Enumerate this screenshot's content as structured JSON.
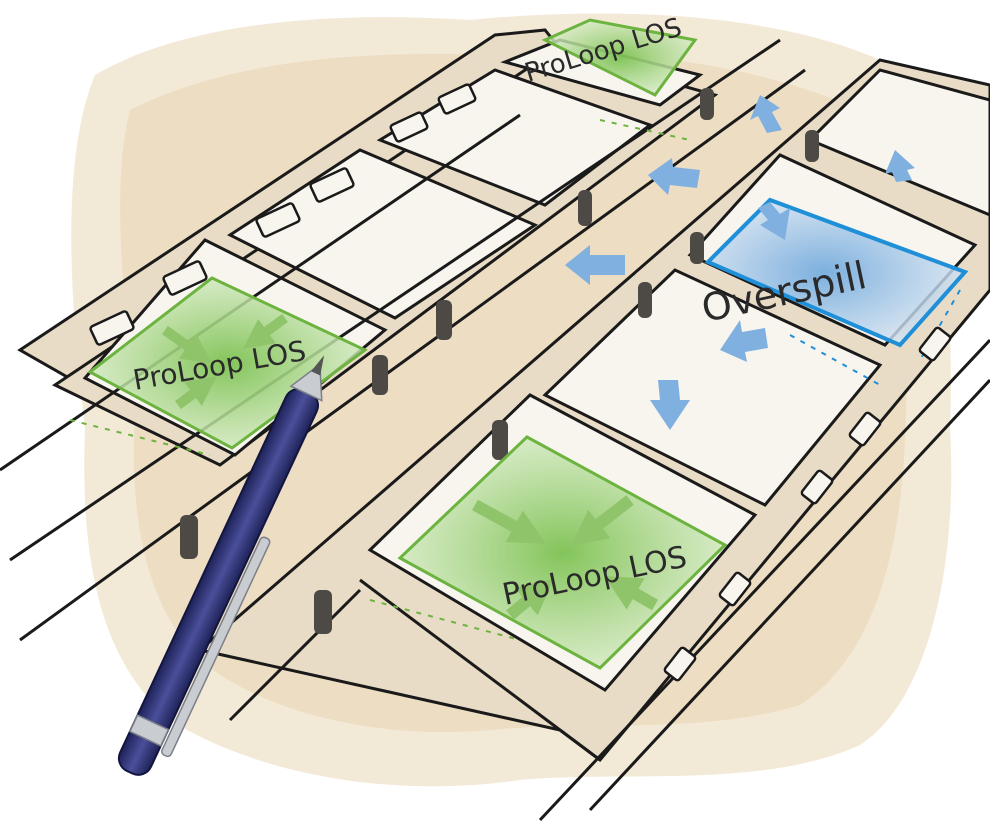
{
  "labels": {
    "room_top": "ProLoop LOS",
    "room_left": "ProLoop  LOS",
    "room_bottom": "ProLoop LOS",
    "overspill": "Overspill"
  },
  "colors": {
    "paper_stain": "#ead7b6",
    "wall": "#e9dcc6",
    "floor": "#f8f5ef",
    "outline": "#1a1a1a",
    "proloop_fill": "#b9dca0",
    "proloop_edge": "#6cb43f",
    "proloop_arrow": "#8fc46b",
    "overspill_fill": "#b5cbe6",
    "overspill_edge": "#1f8fd8",
    "flow_arrow": "#7fb0e0",
    "door": "#4d4a45",
    "pen_body": "#2b2f6e",
    "pen_metal": "#c9ccd1"
  },
  "icons": {
    "flow": "arrow-icon",
    "pen": "pen-icon"
  }
}
